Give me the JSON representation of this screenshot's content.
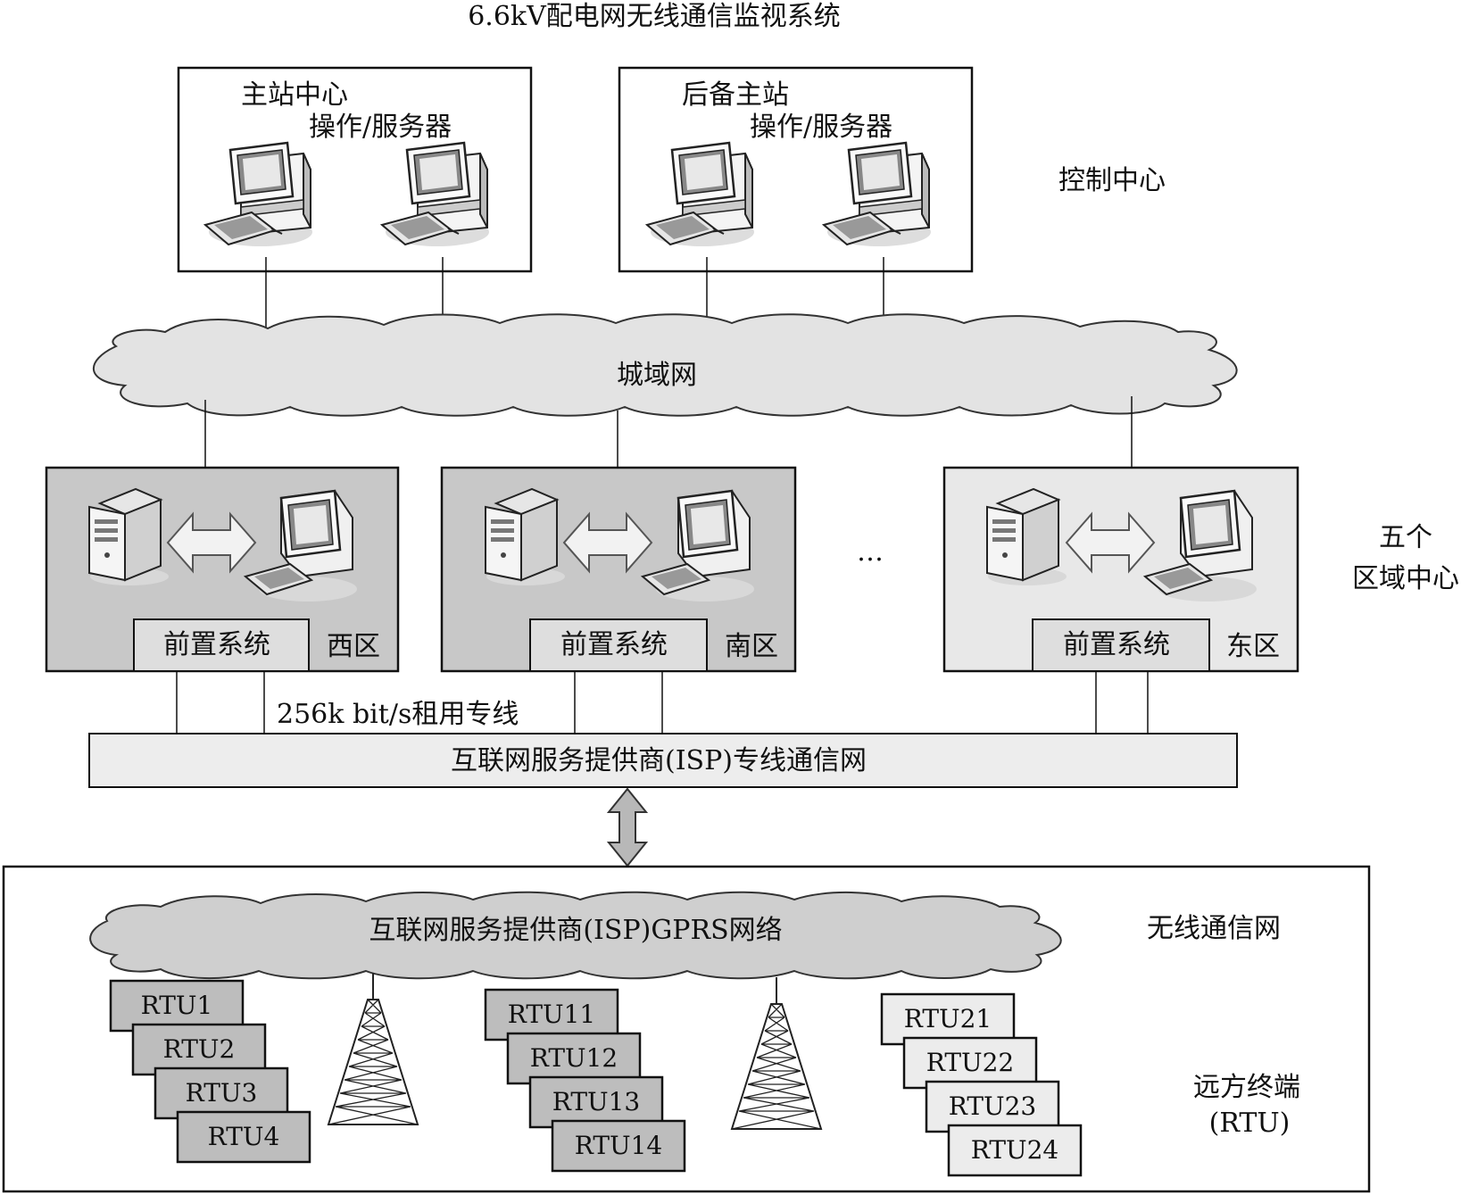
{
  "title": "6.6kV配电网无线通信监视系统",
  "control_center": {
    "label": "控制中心",
    "main_station": {
      "name": "主站中心",
      "servers": "操作/服务器"
    },
    "backup_station": {
      "name": "后备主站",
      "servers": "操作/服务器"
    }
  },
  "metro_network": {
    "label": "城域网"
  },
  "regional_centers": {
    "label_line1": "五个",
    "label_line2": "区域中心",
    "ellipsis": "…",
    "regions": [
      {
        "name": "西区",
        "front_end": "前置系统",
        "shade": "#c8c8c8"
      },
      {
        "name": "南区",
        "front_end": "前置系统",
        "shade": "#c8c8c8"
      },
      {
        "name": "东区",
        "front_end": "前置系统",
        "shade": "#e8e8e8"
      }
    ]
  },
  "leased_line": {
    "label": "256k bit/s租用专线"
  },
  "isp_private_network": {
    "label": "互联网服务提供商(ISP)专线通信网"
  },
  "wireless": {
    "label": "无线通信网",
    "gprs_network": "互联网服务提供商(ISP)GPRS网络"
  },
  "rtu": {
    "label_line1": "远方终端",
    "label_line2": "(RTU)",
    "groups": [
      {
        "items": [
          "RTU1",
          "RTU2",
          "RTU3",
          "RTU4"
        ],
        "fill": "#bdbdbd"
      },
      {
        "items": [
          "RTU11",
          "RTU12",
          "RTU13",
          "RTU14"
        ],
        "fill": "#bdbdbd"
      },
      {
        "items": [
          "RTU21",
          "RTU22",
          "RTU23",
          "RTU24"
        ],
        "fill": "#ececec"
      }
    ]
  }
}
